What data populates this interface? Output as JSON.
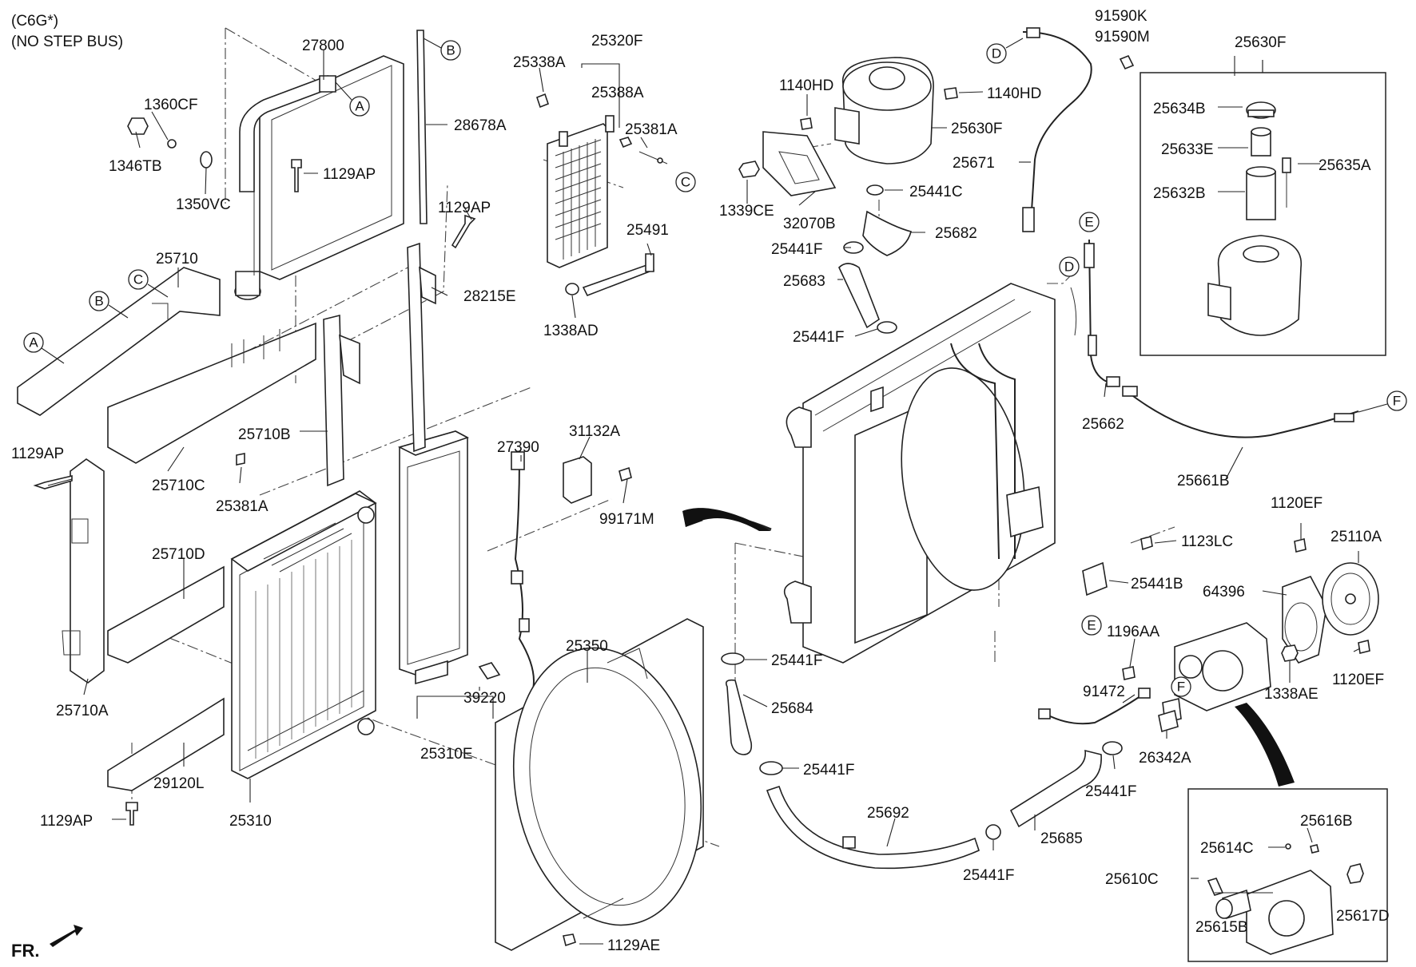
{
  "header": {
    "model_line": "(C6G*)",
    "note_line": "(NO STEP BUS)"
  },
  "direction": {
    "label": "FR."
  },
  "refs": [
    "A",
    "B",
    "C",
    "D",
    "E",
    "F"
  ],
  "parts": {
    "p27800": "27800",
    "p1360CF": "1360CF",
    "p1346TB": "1346TB",
    "p1350VC": "1350VC",
    "p1129AP_top": "1129AP",
    "p28678A": "28678A",
    "p25710": "25710",
    "p1129AP_mid": "1129AP",
    "p28215E": "28215E",
    "p25710B": "25710B",
    "p25710C": "25710C",
    "p25381A_low": "25381A",
    "p1129AP_left": "1129AP",
    "p25710D": "25710D",
    "p25710A": "25710A",
    "p29120L": "29120L",
    "p1129AP_bot": "1129AP",
    "p25310": "25310",
    "p25310E": "25310E",
    "p39220": "39220",
    "p25350": "25350",
    "p1129AE": "1129AE",
    "p25338A": "25338A",
    "p25320F": "25320F",
    "p25388A": "25388A",
    "p25381A_top": "25381A",
    "p25491": "25491",
    "p1338AD": "1338AD",
    "p27390": "27390",
    "p31132A": "31132A",
    "p99171M": "99171M",
    "p1140HD_l": "1140HD",
    "p1140HD_r": "1140HD",
    "p25630F_tank": "25630F",
    "p1339CE": "1339CE",
    "p32070B": "32070B",
    "p25441C": "25441C",
    "p25441F_1": "25441F",
    "p25682": "25682",
    "p25683": "25683",
    "p25441F_2": "25441F",
    "p91590K": "91590K",
    "p91590M": "91590M",
    "p25671": "25671",
    "p25630F_box": "25630F",
    "p25634B": "25634B",
    "p25633E": "25633E",
    "p25635A": "25635A",
    "p25632B": "25632B",
    "p25662": "25662",
    "p25661B": "25661B",
    "p1123LC": "1123LC",
    "p25441B": "25441B",
    "p1120EF_top": "1120EF",
    "p25110A": "25110A",
    "p64396": "64396",
    "p1120EF_bot": "1120EF",
    "p1338AE": "1338AE",
    "p1196AA": "1196AA",
    "p91472": "91472",
    "p26342A": "26342A",
    "p25441F_3": "25441F",
    "p25684": "25684",
    "p25441F_4": "25441F",
    "p25692": "25692",
    "p25441F_5": "25441F",
    "p25685": "25685",
    "p25441F_6": "25441F",
    "p25616B": "25616B",
    "p25614C": "25614C",
    "p25610C": "25610C",
    "p25615B": "25615B",
    "p25617D": "25617D"
  }
}
